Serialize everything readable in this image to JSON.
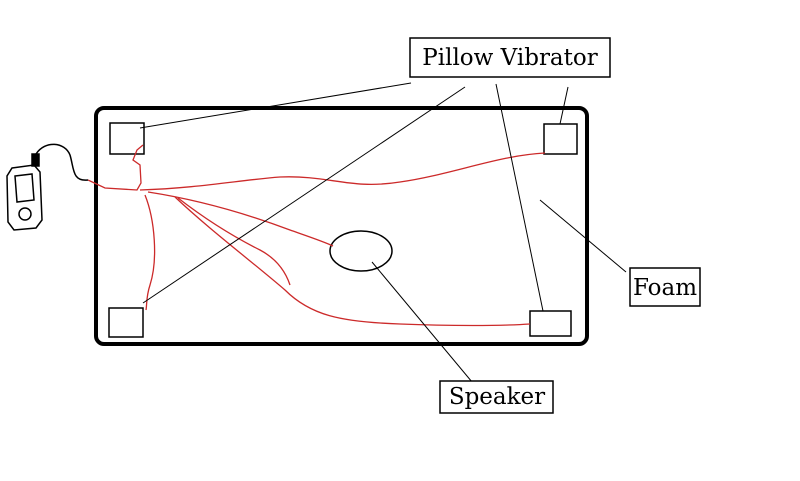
{
  "labels": {
    "pillow_vibrator": "Pillow Vibrator",
    "foam": "Foam",
    "speaker": "Speaker"
  },
  "colors": {
    "outline": "#000000",
    "wire": "#cc2a2a",
    "background": "#ffffff"
  }
}
